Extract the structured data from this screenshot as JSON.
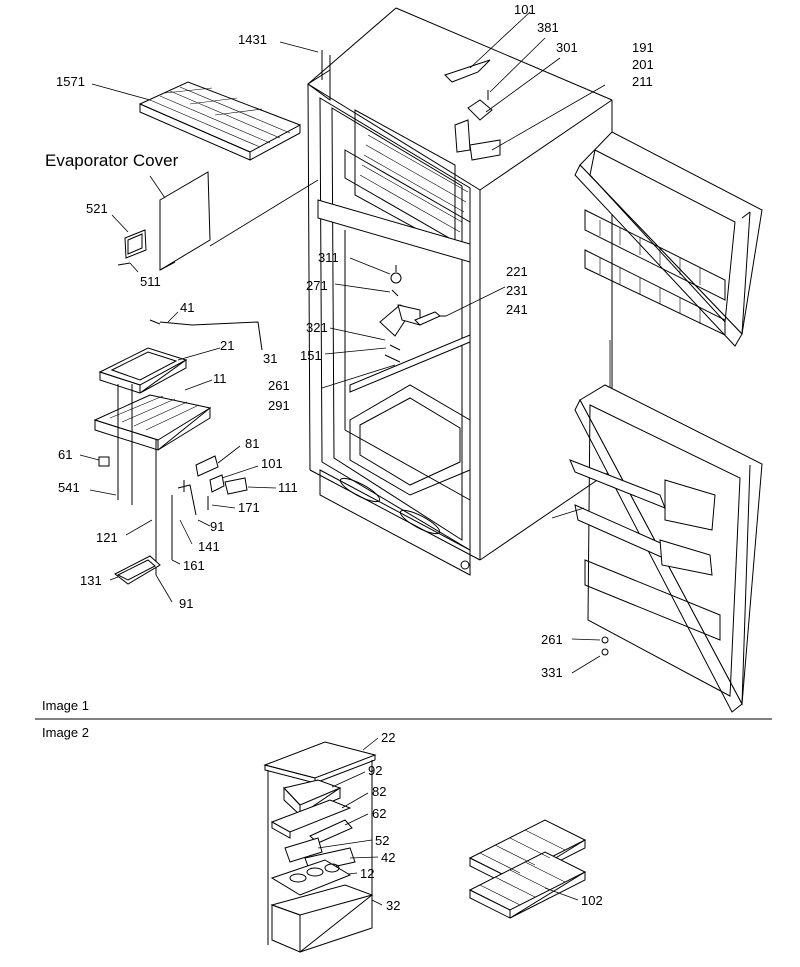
{
  "section_labels": {
    "image1": "Image 1",
    "image2": "Image 2",
    "evaporator_cover": "Evaporator Cover"
  },
  "image1_callouts": [
    "1431",
    "101",
    "381",
    "301",
    "191",
    "201",
    "211",
    "1571",
    "521",
    "511",
    "311",
    "271",
    "221",
    "231",
    "241",
    "41",
    "21",
    "31",
    "321",
    "151",
    "261",
    "291",
    "11",
    "81",
    "101",
    "111",
    "61",
    "541",
    "171",
    "91",
    "121",
    "141",
    "161",
    "131",
    "91",
    "261",
    "331"
  ],
  "image2_callouts": [
    "22",
    "92",
    "82",
    "62",
    "52",
    "42",
    "12",
    "32",
    "102"
  ]
}
